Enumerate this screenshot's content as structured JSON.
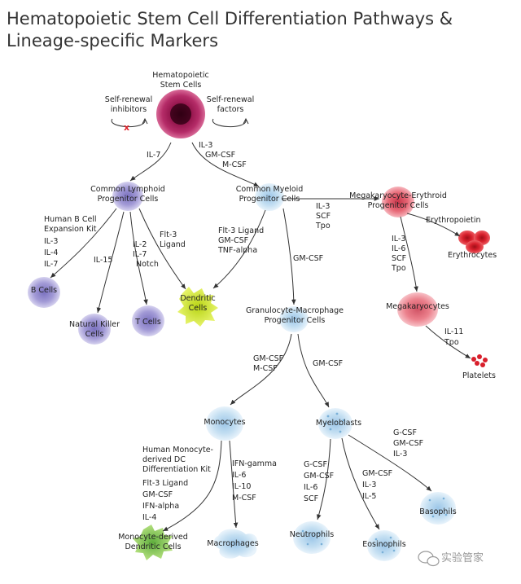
{
  "title_line1": "Hematopoietic Stem Cell Differentiation Pathways &",
  "title_line2": "Lineage-specific Markers",
  "hsc": [
    "Hematopoietic",
    "Stem Cells"
  ],
  "self_renewal_inhibitors": [
    "Self-renewal",
    "inhibitors"
  ],
  "self_renewal_factors": [
    "Self-renewal",
    "factors"
  ],
  "il7": "IL-7",
  "myeloid_factors": [
    "IL-3",
    "GM-CSF",
    "M-CSF"
  ],
  "clp": [
    "Common Lymphoid",
    "Progenitor Cells"
  ],
  "cmp": [
    "Common Myeloid",
    "Progenitor Cells"
  ],
  "mep": [
    "Megakaryocyte-Erythroid",
    "Progenitor Cells"
  ],
  "mep_factors": [
    "IL-3",
    "SCF",
    "Tpo"
  ],
  "b_factors": [
    "Human B Cell",
    "Expansion Kit",
    "IL-3",
    "IL-4",
    "IL-7"
  ],
  "il15": "IL-15",
  "t_factors": [
    "IL-2",
    "IL-7",
    "Notch"
  ],
  "dc_lymphoid_factors": [
    "Flt-3",
    "Ligand"
  ],
  "dc_myeloid_factors": [
    "Flt-3 Ligand",
    "GM-CSF",
    "TNF-alpha"
  ],
  "gmp_factor": "GM-CSF",
  "b_cells": "B Cells",
  "nk_cells": [
    "Natural Killer",
    "Cells"
  ],
  "t_cells": "T Cells",
  "dendritic": [
    "Dendritic",
    "Cells"
  ],
  "gmp": [
    "Granulocyte-Macrophage",
    "Progenitor Cells"
  ],
  "erythropoietin": "Erythropoietin",
  "erythrocytes": "Erythrocytes",
  "mk_factors": [
    "IL-3",
    "IL-6",
    "SCF",
    "Tpo"
  ],
  "megakaryocytes": "Megakaryocytes",
  "platelet_factors": [
    "IL-11",
    "Tpo"
  ],
  "platelets": "Platelets",
  "mono_factors": [
    "GM-CSF",
    "M-CSF"
  ],
  "myeloblast_factor": "GM-CSF",
  "monocytes": "Monocytes",
  "myeloblasts": "Myeloblasts",
  "mdc_factors": [
    "Human Monocyte-",
    "derived DC",
    "Differentiation Kit",
    "Flt-3 Ligand",
    "GM-CSF",
    "IFN-alpha",
    "IL-4"
  ],
  "macro_factors": [
    "IFN-gamma",
    "IL-6",
    "IL-10",
    "M-CSF"
  ],
  "neutro_factors": [
    "G-CSF",
    "GM-CSF",
    "IL-6",
    "SCF"
  ],
  "eosino_factors": [
    "GM-CSF",
    "IL-3",
    "IL-5"
  ],
  "baso_factors": [
    "G-CSF",
    "GM-CSF",
    "IL-3"
  ],
  "mdc": [
    "Monocyte-derived",
    "Dendritic Cells"
  ],
  "macrophages": "Macrophages",
  "neutrophils": "Neutrophils",
  "eosinophils": "Eosinophils",
  "basophils": "Basophils",
  "watermark": "实验管家",
  "colors": {
    "hsc": "#8e1147",
    "lymphoid": "#a9a3d8",
    "myeloid": "#c4dff2",
    "erythroid": "#e86a78",
    "erythrocyte": "#d8202c",
    "dendritic": "#d7ec32",
    "arrow": "#333333"
  }
}
